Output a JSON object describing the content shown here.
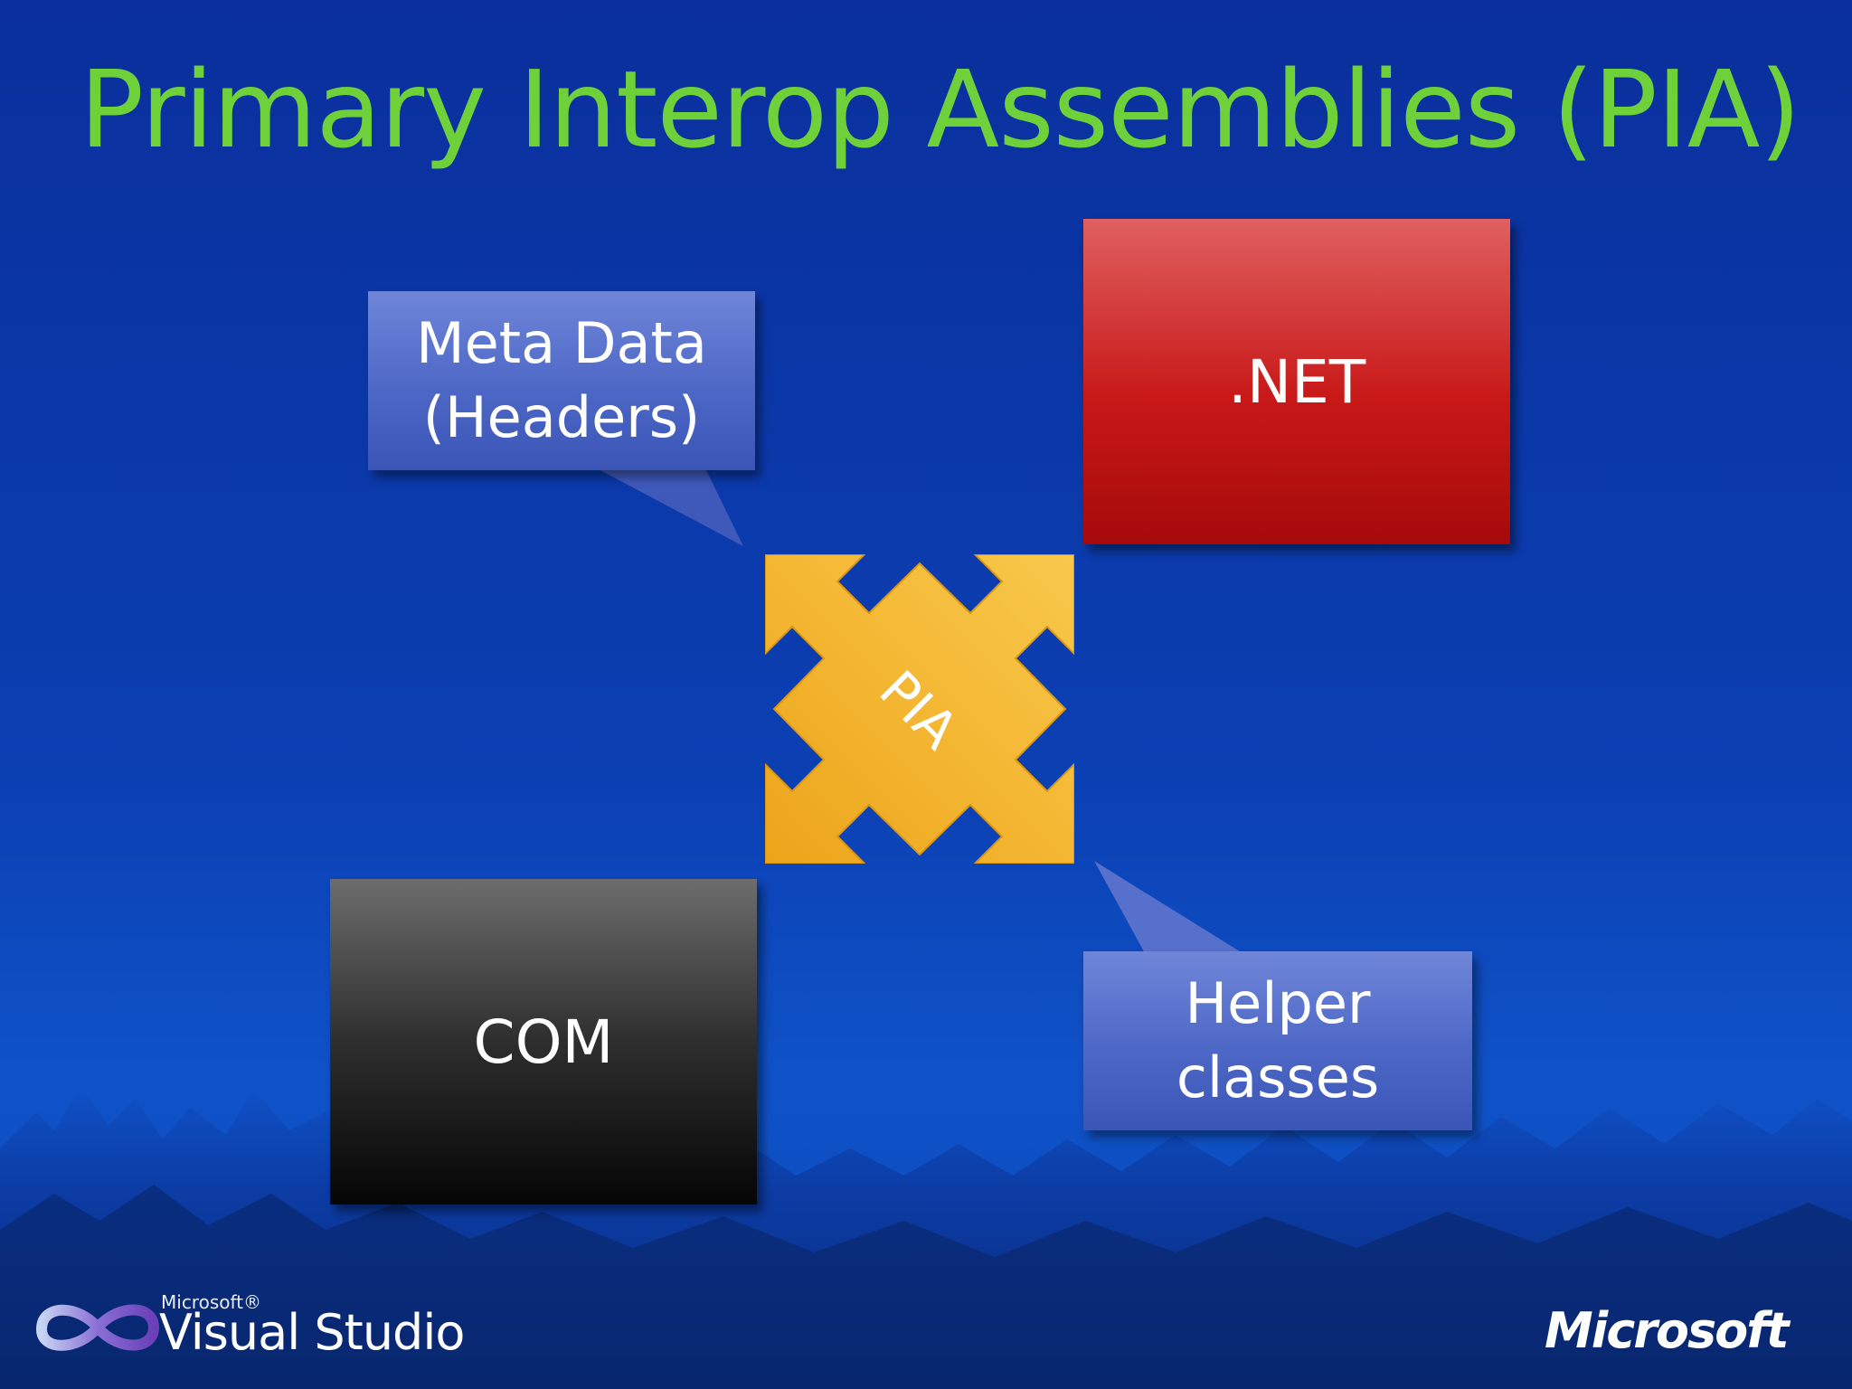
{
  "slide": {
    "title": "Primary Interop Assemblies (PIA)"
  },
  "diagram": {
    "net_label": ".NET",
    "com_label": "COM",
    "pia_label": "PIA",
    "meta_callout": [
      "Meta Data",
      "(Headers)"
    ],
    "helper_callout": [
      "Helper",
      "classes"
    ]
  },
  "footer": {
    "vs_small": "Microsoft®",
    "vs_name": "Visual Studio",
    "ms_logo": "Microsoft"
  },
  "colors": {
    "background": "#0b3fb2",
    "title": "#6fd13a",
    "net_box": "#c81818",
    "com_box": "#2e2e2e",
    "callout": "#4d67c6",
    "pia": "#f3b530"
  }
}
